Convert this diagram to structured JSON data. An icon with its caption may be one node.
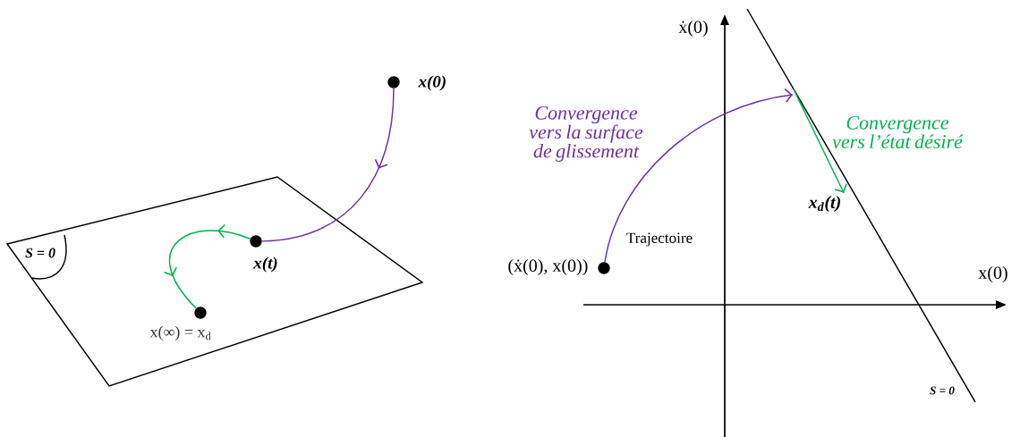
{
  "diagram": {
    "nodes": [
      {
        "text": [
          "S = 0"
        ]
      },
      {
        "text": [
          "x(0)"
        ]
      },
      {
        "text": [
          "x(t)"
        ],
        "in": 0
      },
      {
        "text": [
          "x(∞) = x$_{d}$"
        ],
        "in": 0
      },
      {
        "text": [
          "(ẋ(0), x(0))"
        ]
      },
      {
        "text": [
          "x$_{d}$(t)"
        ]
      }
    ],
    "edges": [
      {
        "from": 1,
        "to": 2,
        "arrow": "to",
        "color": "#7030a0"
      },
      {
        "from": 2,
        "to": 3,
        "arrow": "to",
        "color": "#00b050"
      },
      {
        "from": 4,
        "to": null,
        "arrow": "to",
        "label": "Convergence vers la surface de glissement",
        "color": "#7030a0"
      },
      {
        "from": null,
        "to": 5,
        "arrow": "to",
        "label": "Convergence vers l’état désiré",
        "color": "#00b050"
      }
    ],
    "labels": [
      "ẋ(0)",
      "x(0)",
      "Trajectoire",
      "S = 0"
    ]
  }
}
